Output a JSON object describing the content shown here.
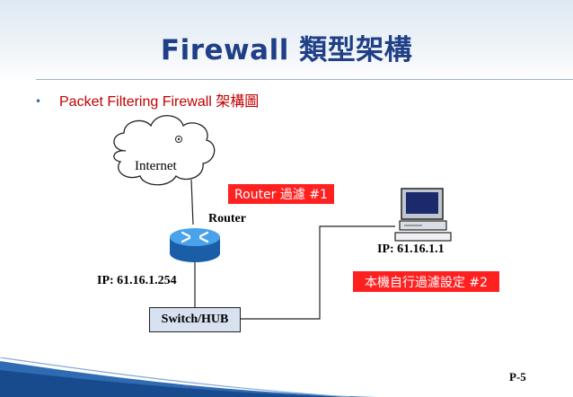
{
  "slide": {
    "title": "Firewall 類型架構",
    "bullet": "Packet Filtering Firewall 架構圖",
    "page_number": "P-5"
  },
  "diagram": {
    "internet_label": "Internet",
    "router_label": "Router",
    "router_ip": "IP: 61.16.1.254",
    "switch_label": "Switch/HUB",
    "pc_ip": "IP: 61.16.1.1",
    "callout_router": "Router 過濾 #1",
    "callout_host": "本機自行過濾設定 #2"
  },
  "colors": {
    "title": "#1f3f86",
    "bullet_text": "#c00000",
    "callout_bg": "#ff2020",
    "router_body": "#2f7fd0",
    "switch_fill": "#d7e1ef"
  },
  "icons": [
    "cloud-icon",
    "router-icon",
    "computer-icon"
  ]
}
